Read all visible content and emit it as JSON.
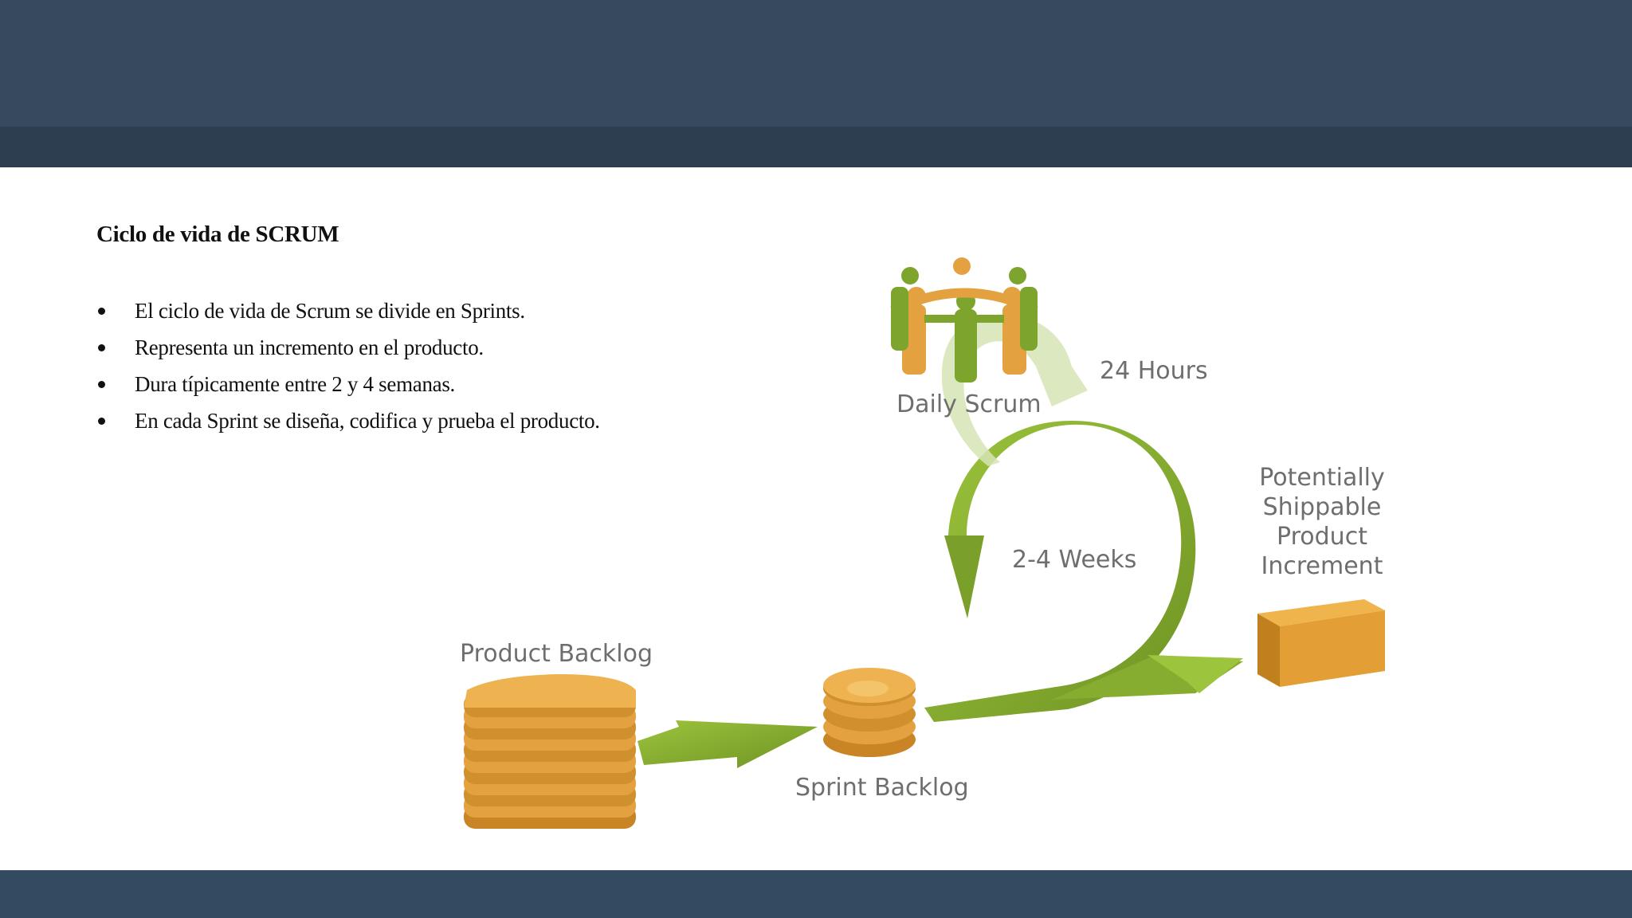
{
  "slide": {
    "title": "Ciclo de vida de SCRUM",
    "bullets": [
      "El ciclo de vida de Scrum se divide en Sprints.",
      "Representa un incremento en el producto.",
      "Dura típicamente entre 2 y 4 semanas.",
      "En cada Sprint se diseña, codifica y prueba el producto."
    ]
  },
  "diagram": {
    "daily_scrum": "Daily Scrum",
    "hours": "24 Hours",
    "weeks": "2-4 Weeks",
    "product_backlog": "Product Backlog",
    "sprint_backlog": "Sprint Backlog",
    "increment_lines": [
      "Potentially",
      "Shippable",
      "Product",
      "Increment"
    ]
  },
  "colors": {
    "header": "#36495f",
    "header_strip": "#2d3e51",
    "footer": "#344a61",
    "arrow_green": "#7fa72c",
    "backlog_orange": "#e0a03c"
  }
}
